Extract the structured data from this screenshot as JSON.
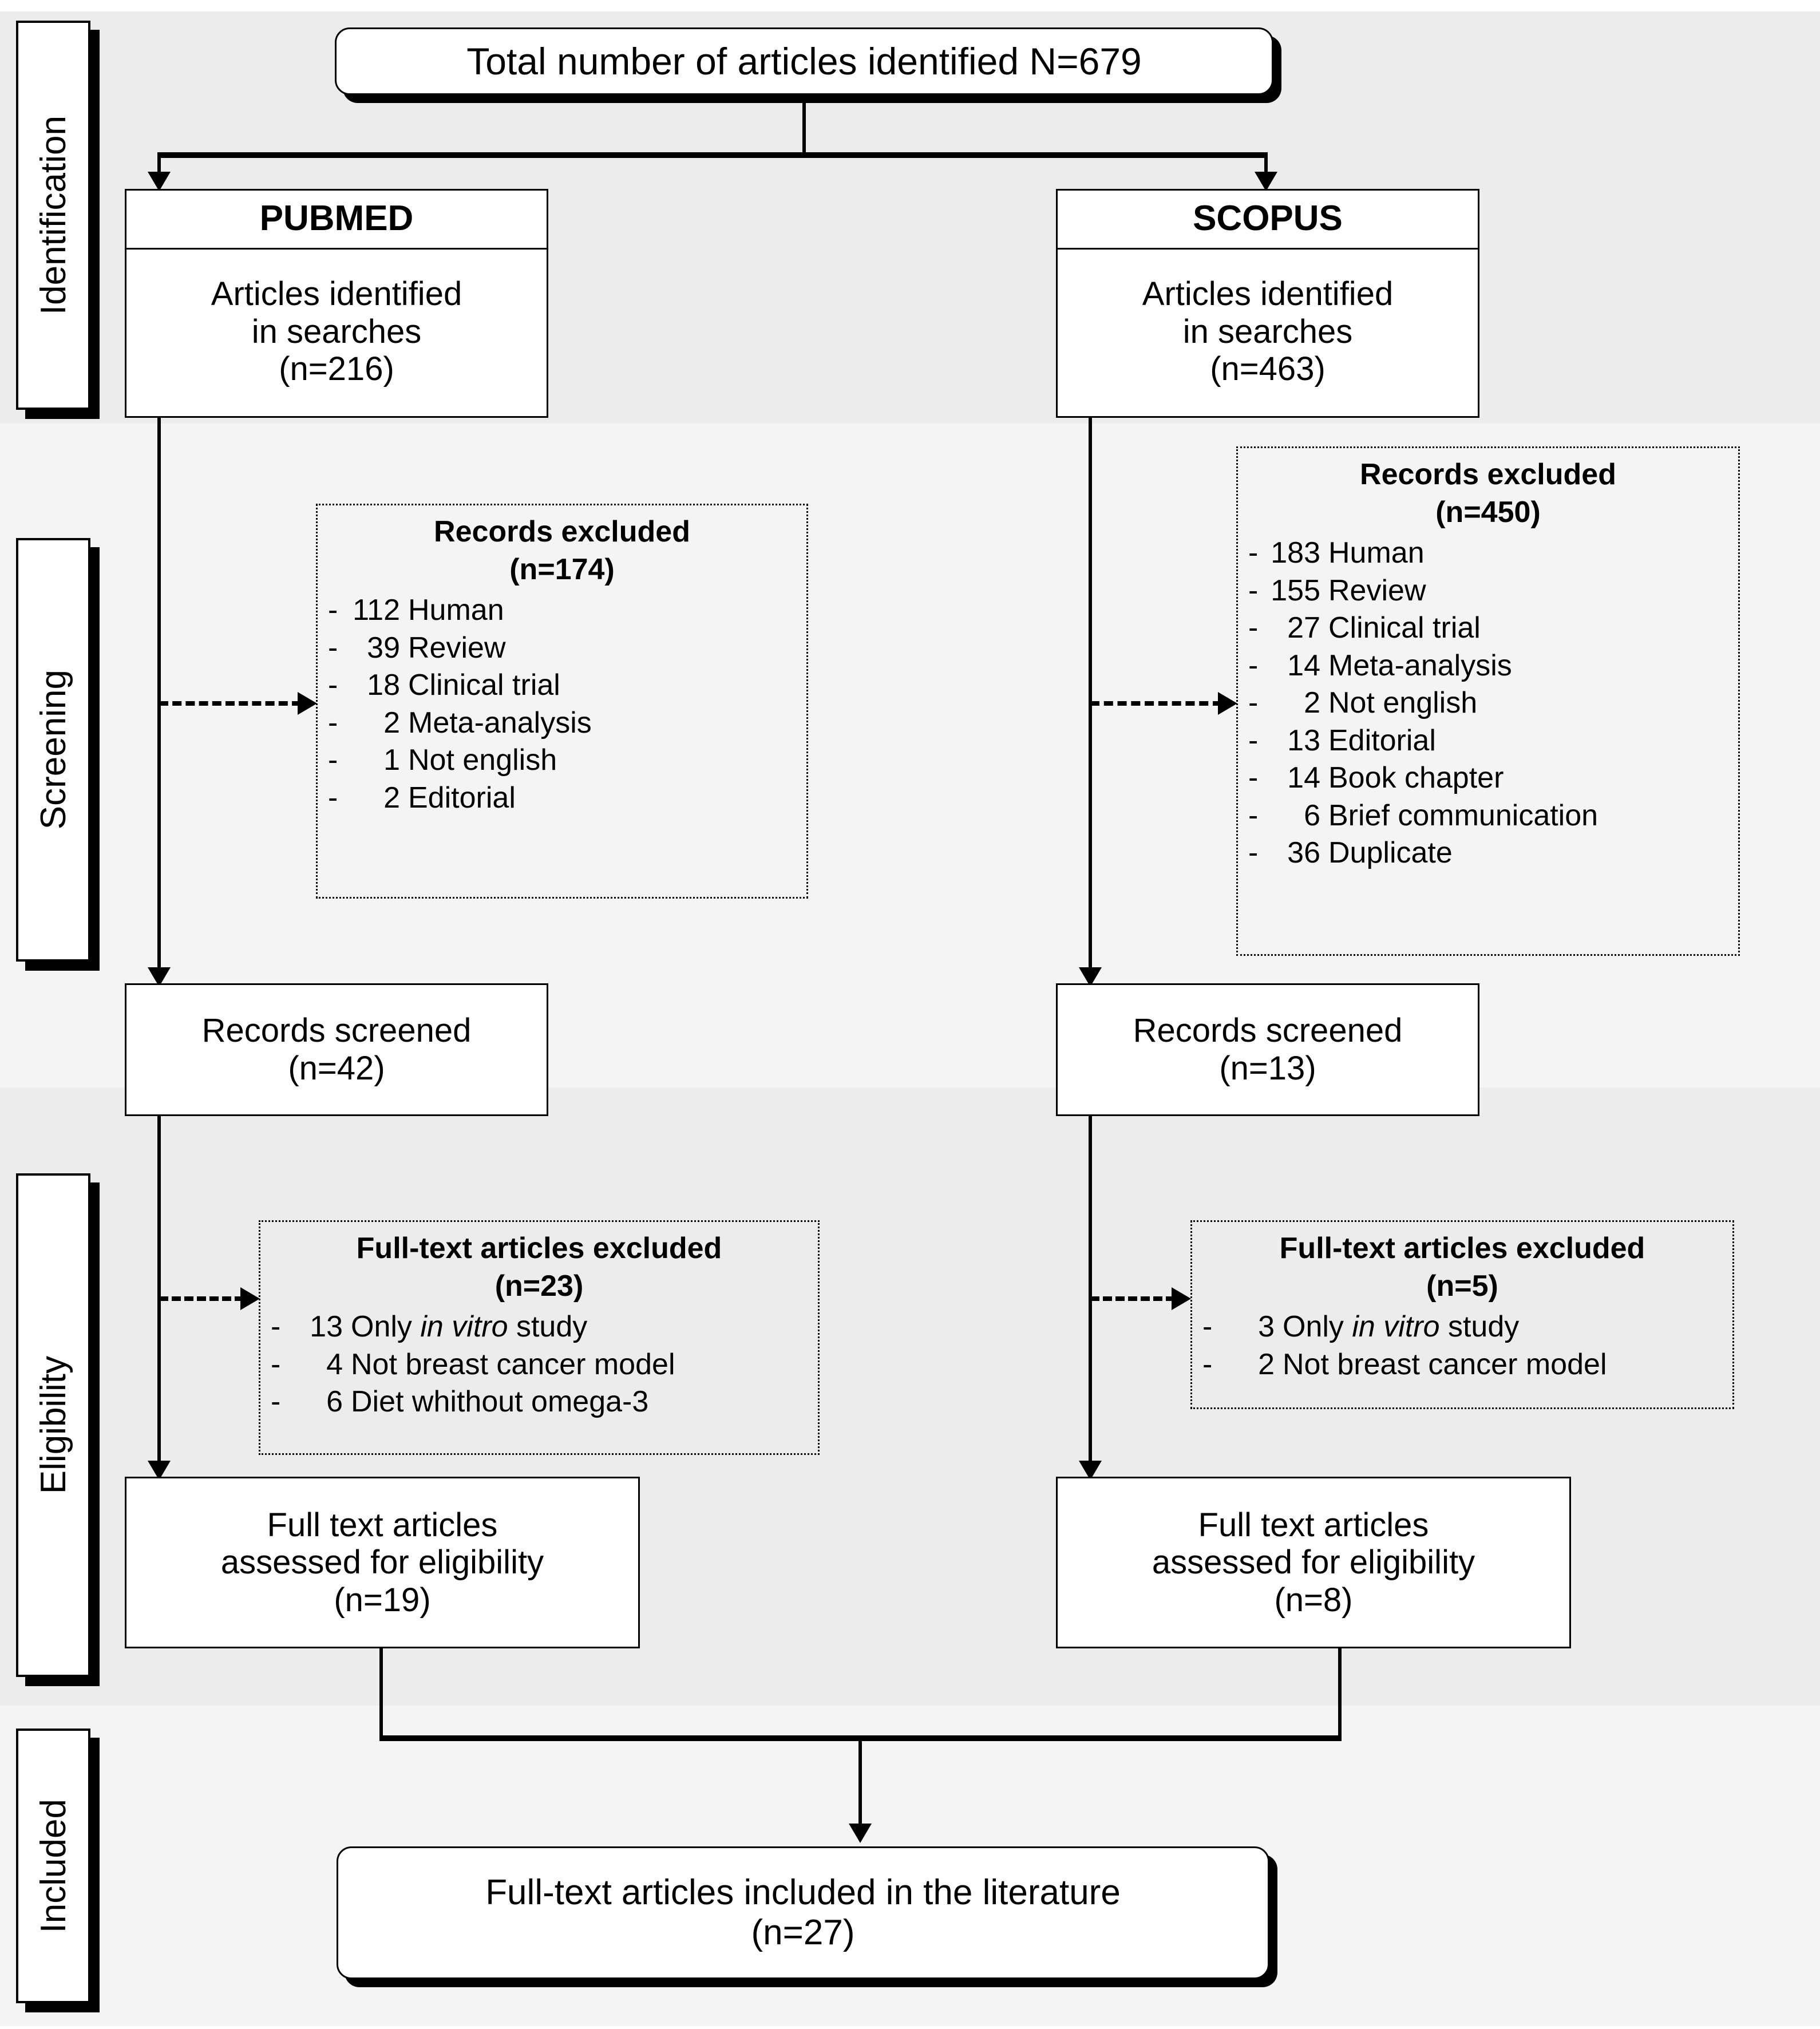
{
  "diagram": {
    "type": "prisma-flow-diagram",
    "stages": [
      {
        "id": "identification",
        "label": "Identification"
      },
      {
        "id": "screening",
        "label": "Screening"
      },
      {
        "id": "eligibility",
        "label": "Eligibility"
      },
      {
        "id": "included",
        "label": "Included"
      }
    ],
    "colors": {
      "band_dark": "#ececec",
      "band_light": "#f4f4f4",
      "stroke": "#000000",
      "box_fill": "#ffffff"
    }
  },
  "total": {
    "text": "Total number of articles identified N=679",
    "n": 679
  },
  "sources": [
    {
      "id": "pubmed",
      "name": "PUBMED",
      "line1": "Articles identified",
      "line2": "in searches",
      "count_label": "(n=216)",
      "n": 216
    },
    {
      "id": "scopus",
      "name": "SCOPUS",
      "line1": "Articles identified",
      "line2": "in searches",
      "count_label": "(n=463)",
      "n": 463
    }
  ],
  "records_excluded": [
    {
      "id": "pubmed-records-excluded",
      "title": "Records excluded",
      "count_label": "(n=174)",
      "n": 174,
      "items": [
        {
          "num": "112",
          "reason": "Human"
        },
        {
          "num": "39",
          "reason": "Review"
        },
        {
          "num": "18",
          "reason": "Clinical trial"
        },
        {
          "num": "2",
          "reason": "Meta-analysis"
        },
        {
          "num": "1",
          "reason": "Not english"
        },
        {
          "num": "2",
          "reason": "Editorial"
        }
      ]
    },
    {
      "id": "scopus-records-excluded",
      "title": "Records excluded",
      "count_label": "(n=450)",
      "n": 450,
      "items": [
        {
          "num": "183",
          "reason": "Human"
        },
        {
          "num": "155",
          "reason": "Review"
        },
        {
          "num": "27",
          "reason": "Clinical trial"
        },
        {
          "num": "14",
          "reason": "Meta-analysis"
        },
        {
          "num": "2",
          "reason": "Not english"
        },
        {
          "num": "13",
          "reason": "Editorial"
        },
        {
          "num": "14",
          "reason": "Book chapter"
        },
        {
          "num": "6",
          "reason": "Brief communication"
        },
        {
          "num": "36",
          "reason": "Duplicate"
        }
      ]
    }
  ],
  "records_screened": [
    {
      "id": "pubmed-records-screened",
      "line1": "Records screened",
      "count_label": "(n=42)",
      "n": 42
    },
    {
      "id": "scopus-records-screened",
      "line1": "Records screened",
      "count_label": "(n=13)",
      "n": 13
    }
  ],
  "fulltext_excluded": [
    {
      "id": "pubmed-fulltext-excluded",
      "title": "Full-text articles excluded",
      "count_label": "(n=23)",
      "n": 23,
      "items": [
        {
          "num": "13",
          "pre": "Only ",
          "em": "in vitro",
          "post": " study"
        },
        {
          "num": "4",
          "pre": "Not breast cancer model",
          "em": "",
          "post": ""
        },
        {
          "num": "6",
          "pre": "Diet whithout omega-3",
          "em": "",
          "post": ""
        }
      ]
    },
    {
      "id": "scopus-fulltext-excluded",
      "title": "Full-text articles excluded",
      "count_label": "(n=5)",
      "n": 5,
      "items": [
        {
          "num": "3",
          "pre": "Only ",
          "em": "in vitro",
          "post": " study"
        },
        {
          "num": "2",
          "pre": "Not breast cancer model",
          "em": "",
          "post": ""
        }
      ]
    }
  ],
  "fulltext_assessed": [
    {
      "id": "pubmed-fulltext-assessed",
      "line1": "Full text articles",
      "line2": "assessed for eligibility",
      "count_label": "(n=19)",
      "n": 19
    },
    {
      "id": "scopus-fulltext-assessed",
      "line1": "Full text articles",
      "line2": "assessed for eligibility",
      "count_label": "(n=8)",
      "n": 8
    }
  ],
  "included": {
    "line1": "Full-text articles included in the literature",
    "count_label": "(n=27)",
    "n": 27
  }
}
